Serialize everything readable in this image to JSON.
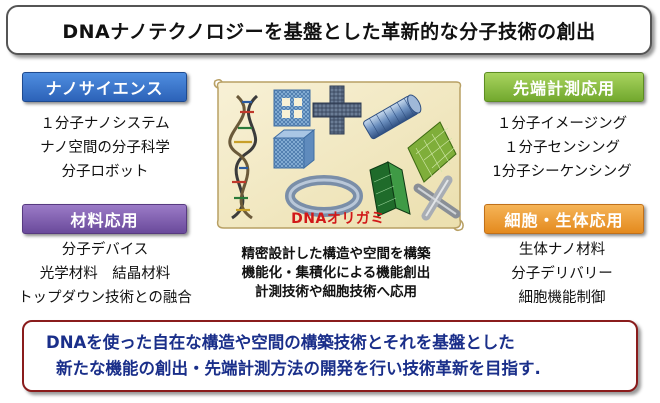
{
  "title": "DNAナノテクノロジーを基盤とした革新的な分子技術の創出",
  "nanoscience": {
    "label": "ナノサイエンス",
    "items": [
      "１分子ナノシステム",
      "ナノ空間の分子科学",
      "分子ロボット"
    ]
  },
  "materials": {
    "label": "材料応用",
    "items": [
      "分子デバイス",
      "光学材料　結晶材料",
      "トップダウン技術との融合"
    ]
  },
  "measurement": {
    "label": "先端計測応用",
    "items": [
      "１分子イメージング",
      "１分子センシング",
      "1分子シーケンシング"
    ]
  },
  "bio": {
    "label": "細胞・生体応用",
    "items": [
      "生体ナノ材料",
      "分子デリバリー",
      "細胞機能制御"
    ]
  },
  "center": {
    "origami_label": "DNAオリガミ",
    "lines": [
      "精密設計した構造や空間を構築",
      "機能化・集積化による機能創出",
      "計測技術や細胞技術へ応用"
    ]
  },
  "bottom": {
    "lines": [
      "DNAを使った自在な構造や空間の構築技術とそれを基盤とした",
      "新たな機能の創出・先端計測方法の開発を行い技術革新を目指す."
    ]
  },
  "colors": {
    "nanoscience": "#3b78d0",
    "materials": "#7d5cae",
    "measurement": "#8cc045",
    "bio": "#f0a03a",
    "origami_label": "#d11818",
    "bottom_text": "#1a2f8a",
    "bottom_border": "#8a1c1c"
  }
}
